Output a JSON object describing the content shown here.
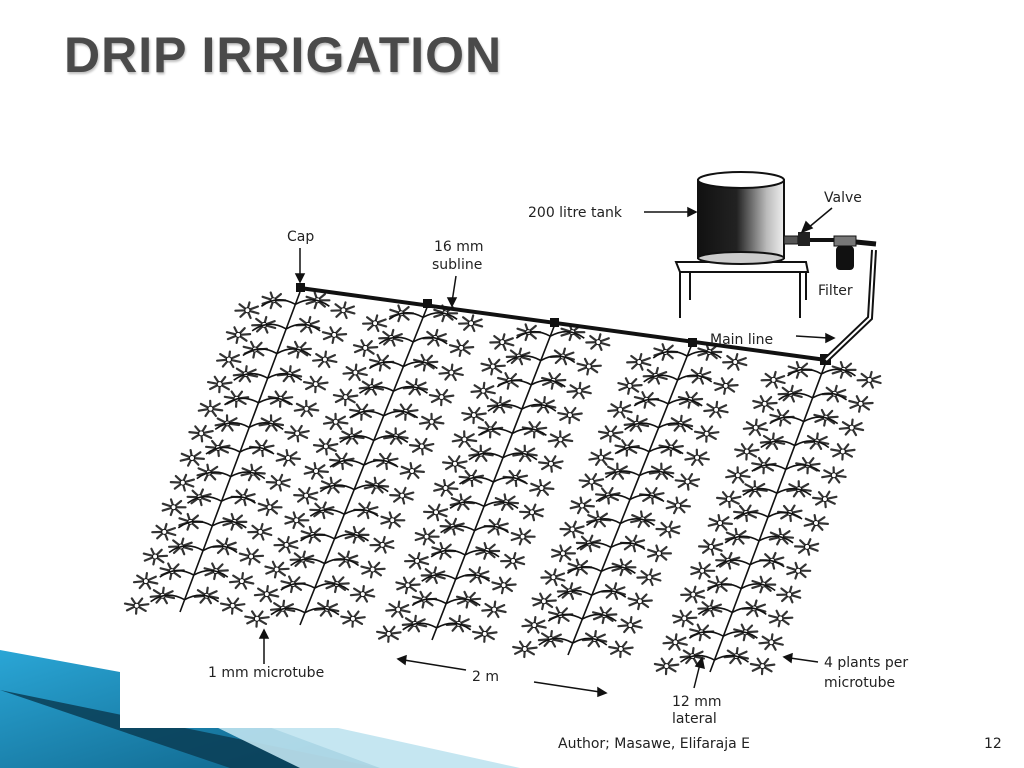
{
  "slide": {
    "title": "DRIP IRRIGATION",
    "footer_author": "Author; Masawe, Elifaraja E",
    "page_number": "12"
  },
  "diagram": {
    "labels": {
      "tank": "200 litre tank",
      "valve": "Valve",
      "filter": "Filter",
      "cap": "Cap",
      "subline_1": "16 mm",
      "subline_2": "subline",
      "main_line": "Main line",
      "microtube": "1 mm microtube",
      "spacing": "2 m",
      "lateral_1": "12 mm",
      "lateral_2": "lateral",
      "plants_1": "4 plants per",
      "plants_2": "microtube"
    }
  },
  "colors": {
    "title": "#4a4a4a",
    "accent_teal": "#1f8fb8",
    "accent_dark": "#0b3d55"
  }
}
